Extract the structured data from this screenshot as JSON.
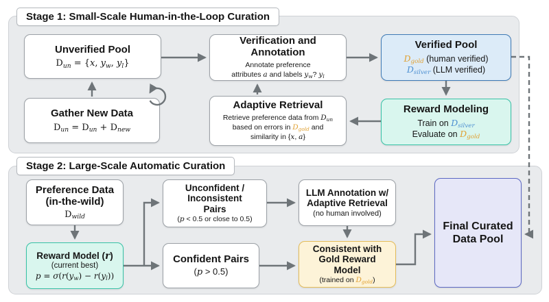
{
  "colors": {
    "gold_dataset": "#e0a133",
    "silver_dataset": "#4d8fd1",
    "verified_pool_fill": "#dcebf8",
    "verified_pool_border": "#3d79b5",
    "reward_fill": "#d9f6ee",
    "reward_border": "#36c2a6",
    "consistent_fill": "#fdf3d8",
    "consistent_border": "#e4bc58",
    "final_fill": "#e6e7f8",
    "final_border": "#5c68c3",
    "arrow": "#6e7478",
    "panel_fill": "#e9ebed"
  },
  "stage1": {
    "title": "Stage 1: Small-Scale Human-in-the-Loop Curation",
    "unverified": {
      "title": "Unverified Pool",
      "formula": [
        [
          "n",
          "D"
        ],
        [
          "s",
          "un"
        ],
        [
          "n",
          " = {"
        ],
        [
          "m",
          "x"
        ],
        [
          "n",
          ", "
        ],
        [
          "m",
          "y"
        ],
        [
          "s",
          "w"
        ],
        [
          "n",
          ", "
        ],
        [
          "m",
          "y"
        ],
        [
          "s",
          "l"
        ],
        [
          "n",
          "}"
        ]
      ]
    },
    "gather": {
      "title": "Gather New Data",
      "formula": [
        [
          "n",
          "D"
        ],
        [
          "s",
          "un"
        ],
        [
          "n",
          " = "
        ],
        [
          "n",
          "D"
        ],
        [
          "s",
          "un"
        ],
        [
          "n",
          " + "
        ],
        [
          "n",
          "D"
        ],
        [
          "s",
          "new"
        ]
      ]
    },
    "verification": {
      "title_lines": [
        "Verification and",
        "Annotation"
      ],
      "sub_lines": [
        [
          [
            "n",
            "Annotate preference"
          ]
        ],
        [
          [
            "n",
            "attributes "
          ],
          [
            "m",
            "a"
          ],
          [
            "n",
            " and labels "
          ],
          [
            "m",
            "y"
          ],
          [
            "s",
            "w"
          ],
          [
            "n",
            "? "
          ],
          [
            "m",
            "y"
          ],
          [
            "s",
            "l"
          ]
        ]
      ]
    },
    "adaptive": {
      "title": "Adaptive Retrieval",
      "sub_lines": [
        [
          [
            "n",
            "Retrieve preference data from "
          ],
          [
            "m",
            "D"
          ],
          [
            "s",
            "un"
          ]
        ],
        [
          [
            "n",
            "based on errors in "
          ],
          [
            "g",
            "D"
          ],
          [
            "gs",
            "gold"
          ],
          [
            "n",
            " and"
          ]
        ],
        [
          [
            "n",
            "similarity in {"
          ],
          [
            "m",
            "x"
          ],
          [
            "n",
            ", "
          ],
          [
            "m",
            "a"
          ],
          [
            "n",
            "}"
          ]
        ]
      ]
    },
    "verified": {
      "title": "Verified Pool",
      "lines": [
        [
          [
            "g",
            "D"
          ],
          [
            "gs",
            "gold"
          ],
          [
            "n",
            " (human verified)"
          ]
        ],
        [
          [
            "b",
            "D"
          ],
          [
            "bs",
            "silver"
          ],
          [
            "n",
            " (LLM verified)"
          ]
        ]
      ]
    },
    "reward_modeling": {
      "title": "Reward Modeling",
      "lines": [
        [
          [
            "n",
            "Train on "
          ],
          [
            "b",
            "D"
          ],
          [
            "bs",
            "silver"
          ]
        ],
        [
          [
            "n",
            "Evaluate on "
          ],
          [
            "g",
            "D"
          ],
          [
            "gs",
            "gold"
          ]
        ]
      ]
    }
  },
  "stage2": {
    "title": "Stage 2: Large-Scale Automatic Curation",
    "preference": {
      "title_lines": [
        "Preference Data",
        "(in-the-wild)"
      ],
      "formula": [
        [
          "n",
          "D"
        ],
        [
          "s",
          "wild"
        ]
      ]
    },
    "reward_model": {
      "title": [
        [
          "n",
          "Reward Model ("
        ],
        [
          "m",
          "r"
        ],
        [
          "n",
          ")"
        ]
      ],
      "note": "(current best)",
      "formula": [
        [
          "m",
          "p"
        ],
        [
          "n",
          " = "
        ],
        [
          "m",
          "σ"
        ],
        [
          "n",
          "("
        ],
        [
          "m",
          "r"
        ],
        [
          "n",
          "("
        ],
        [
          "m",
          "y"
        ],
        [
          "s",
          "w"
        ],
        [
          "n",
          ") − "
        ],
        [
          "m",
          "r"
        ],
        [
          "n",
          "("
        ],
        [
          "m",
          "y"
        ],
        [
          "s",
          "l"
        ],
        [
          "n",
          "))"
        ]
      ]
    },
    "unconfident": {
      "title_lines": [
        "Unconfident /",
        "Inconsistent",
        "Pairs"
      ],
      "sub_line": [
        [
          "n",
          "("
        ],
        [
          "m",
          "p"
        ],
        [
          "n",
          " < 0.5 or close to 0.5)"
        ]
      ]
    },
    "confident": {
      "title": "Confident Pairs",
      "sub_line": [
        [
          "n",
          "("
        ],
        [
          "m",
          "p"
        ],
        [
          "n",
          " > 0.5)"
        ]
      ]
    },
    "llm": {
      "title_lines": [
        "LLM Annotation w/",
        "Adaptive Retrieval"
      ],
      "note": "(no human involved)"
    },
    "consistent": {
      "title_lines": [
        "Consistent with",
        "Gold Reward",
        "Model"
      ],
      "sub_line": [
        [
          "n",
          "(trained on "
        ],
        [
          "g",
          "D"
        ],
        [
          "gs",
          "gold"
        ],
        [
          "n",
          ")"
        ]
      ]
    },
    "final": {
      "title_lines": [
        "Final Curated",
        "Data Pool"
      ]
    }
  },
  "edges": [
    {
      "from": "gather-new-data",
      "to": "unverified-pool",
      "style": "solid"
    },
    {
      "from": "gather-new-data",
      "to": "gather-new-data",
      "style": "self-loop"
    },
    {
      "from": "unverified-pool",
      "to": "verification-and-annotation",
      "style": "solid"
    },
    {
      "from": "verification-and-annotation",
      "to": "verified-pool",
      "style": "solid"
    },
    {
      "from": "verified-pool",
      "to": "reward-modeling",
      "style": "solid"
    },
    {
      "from": "reward-modeling",
      "to": "adaptive-retrieval",
      "style": "solid"
    },
    {
      "from": "adaptive-retrieval",
      "to": "verification-and-annotation",
      "style": "solid"
    },
    {
      "from": "verified-pool",
      "to": "final-curated-data-pool",
      "style": "dashed"
    },
    {
      "from": "preference-data",
      "to": "reward-model",
      "style": "solid"
    },
    {
      "from": "reward-model",
      "to": "unconfident-pairs",
      "style": "solid"
    },
    {
      "from": "reward-model",
      "to": "confident-pairs",
      "style": "solid"
    },
    {
      "from": "unconfident-pairs",
      "to": "llm-annotation",
      "style": "solid"
    },
    {
      "from": "llm-annotation",
      "to": "consistent-with-gold",
      "style": "solid"
    },
    {
      "from": "confident-pairs",
      "to": "consistent-with-gold",
      "style": "solid"
    },
    {
      "from": "consistent-with-gold",
      "to": "final-curated-data-pool",
      "style": "solid"
    }
  ]
}
